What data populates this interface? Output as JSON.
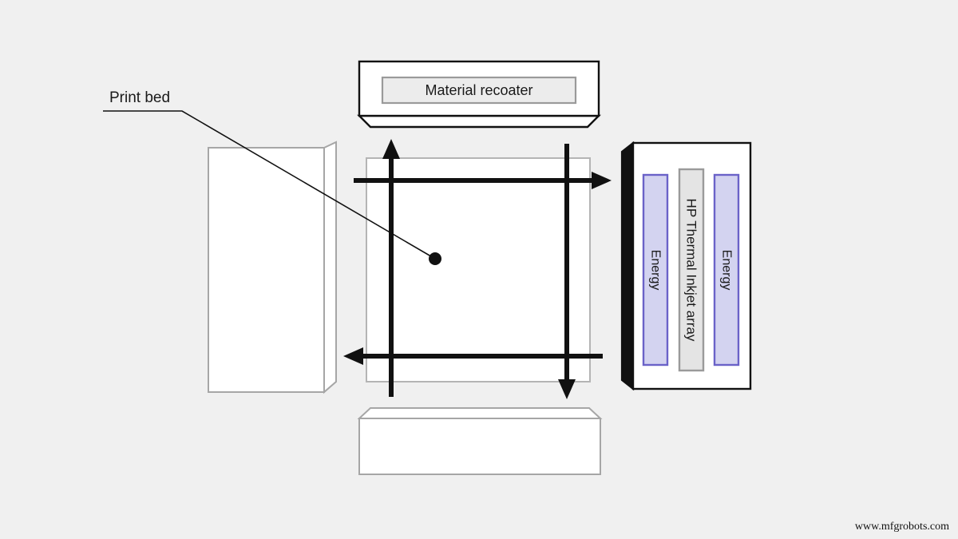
{
  "diagram": {
    "title_label": "Print bed",
    "background_color": "#f0f0f0",
    "recoater": {
      "label": "Material recoater",
      "fill": "#ffffff",
      "stroke": "#111111",
      "inner_fill": "#ececec",
      "inner_stroke": "#9a9a9a"
    },
    "print_bed": {
      "label": "Print bed",
      "fill": "#ffffff",
      "stroke": "#a6a6a6"
    },
    "build_area": {
      "fill": "#ffffff",
      "stroke": "#b4b4b4",
      "arrow_color": "#111111",
      "arrows": [
        {
          "name": "up-arrow",
          "direction": "up"
        },
        {
          "name": "right-arrow",
          "direction": "right"
        },
        {
          "name": "down-arrow",
          "direction": "down"
        },
        {
          "name": "left-arrow",
          "direction": "left"
        }
      ]
    },
    "carriage": {
      "fill": "#ffffff",
      "stroke": "#111111",
      "side_fill": "#111111",
      "inkjet": {
        "label": "HP Thermal Inkjet array",
        "fill": "#e4e4e4",
        "stroke": "#9a9a9a"
      },
      "energy_left": {
        "label": "Energy",
        "fill": "#d3d3f0",
        "stroke": "#6a62c8"
      },
      "energy_right": {
        "label": "Energy",
        "fill": "#d3d3f0",
        "stroke": "#6a62c8"
      }
    },
    "bottom_unit": {
      "fill": "#ffffff",
      "stroke": "#a6a6a6"
    },
    "watermark": "www.mfgrobots.com"
  }
}
